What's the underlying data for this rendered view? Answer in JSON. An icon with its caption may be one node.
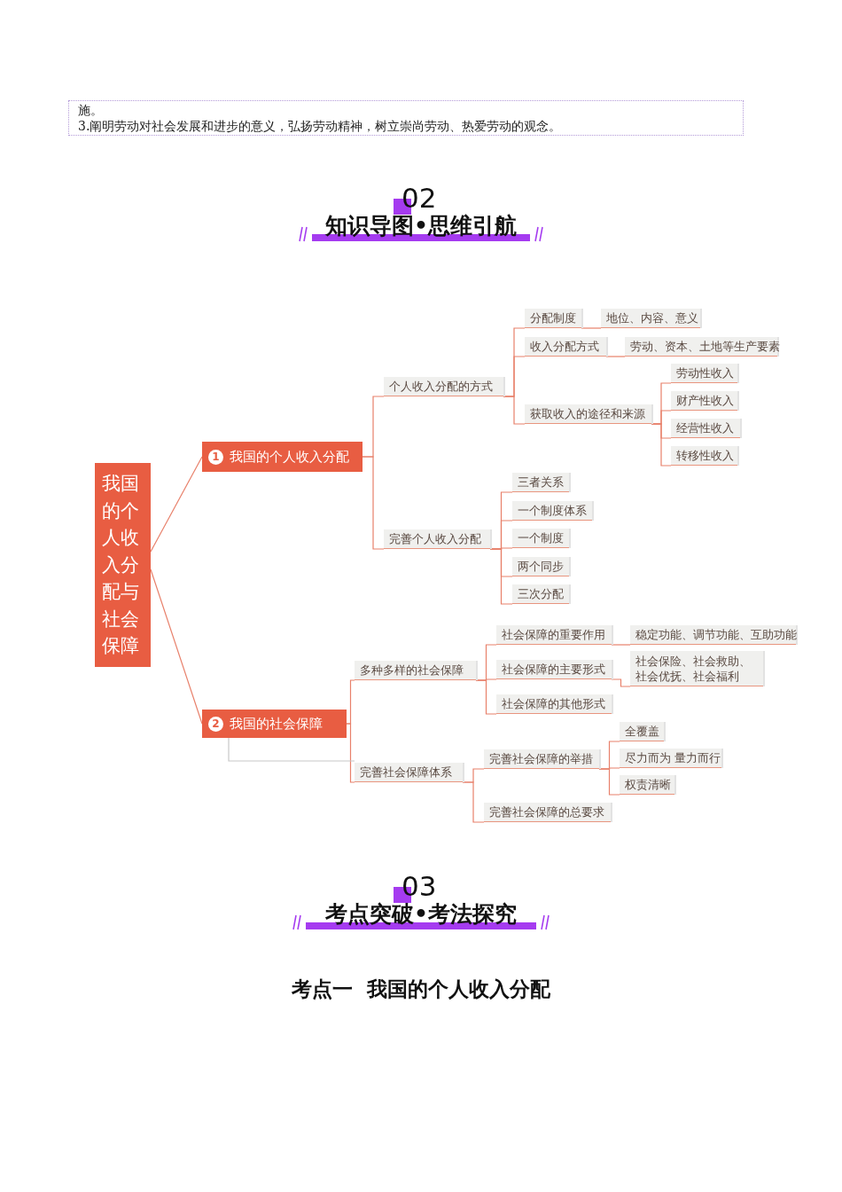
{
  "diagram": {
    "nodes": [
      {
        "text": [
          "我国的个人收入分配与社会保障"
        ]
      },
      {
        "text": [
          "1",
          "我国的个人收入分配"
        ]
      },
      {
        "text": [
          "个人收入分配的方式"
        ]
      },
      {
        "text": [
          "分配制度"
        ]
      },
      {
        "text": [
          "地位、内容、意义"
        ]
      },
      {
        "text": [
          "收入分配方式"
        ]
      },
      {
        "text": [
          "劳动、资本、土地等生产要素"
        ]
      },
      {
        "text": [
          "获取收入的途径和来源"
        ]
      },
      {
        "text": [
          "劳动性收入"
        ]
      },
      {
        "text": [
          "财产性收入"
        ]
      },
      {
        "text": [
          "经营性收入"
        ]
      },
      {
        "text": [
          "转移性收入"
        ]
      },
      {
        "text": [
          "完善个人收入分配"
        ]
      },
      {
        "text": [
          "三者关系"
        ]
      },
      {
        "text": [
          "一个制度体系"
        ]
      },
      {
        "text": [
          "一个制度"
        ]
      },
      {
        "text": [
          "两个同步"
        ]
      },
      {
        "text": [
          "三次分配"
        ]
      },
      {
        "text": [
          "2",
          "我国的社会保障"
        ]
      },
      {
        "text": [
          "多种多样的社会保障"
        ]
      },
      {
        "text": [
          "社会保障的重要作用"
        ]
      },
      {
        "text": [
          "稳定功能、调节功能、互助功能"
        ]
      },
      {
        "text": [
          "社会保障的主要形式"
        ]
      },
      {
        "text": [
          "社会保障的其他形式"
        ]
      },
      {
        "text": [
          "社会保险、社会救助、社会优抚、社会福利"
        ]
      },
      {
        "text": [
          "完善社会保障体系"
        ]
      },
      {
        "text": [
          "完善社会保障的举措"
        ]
      },
      {
        "text": [
          "全覆盖"
        ]
      },
      {
        "text": [
          "尽力而为 量力而行"
        ]
      },
      {
        "text": [
          "权责清晰"
        ]
      },
      {
        "text": [
          "完善社会保障的总要求"
        ]
      }
    ],
    "edges": [
      {
        "from": 0,
        "to": 1,
        "arrow": "none"
      },
      {
        "from": 0,
        "to": 18,
        "arrow": "none"
      },
      {
        "from": 1,
        "to": 2,
        "arrow": "none"
      },
      {
        "from": 1,
        "to": 12,
        "arrow": "none"
      },
      {
        "from": 2,
        "to": 3,
        "arrow": "none"
      },
      {
        "from": 3,
        "to": 4,
        "arrow": "none"
      },
      {
        "from": 2,
        "to": 5,
        "arrow": "none"
      },
      {
        "from": 5,
        "to": 6,
        "arrow": "none"
      },
      {
        "from": 2,
        "to": 7,
        "arrow": "none"
      },
      {
        "from": 7,
        "to": 8,
        "arrow": "none"
      },
      {
        "from": 7,
        "to": 9,
        "arrow": "none"
      },
      {
        "from": 7,
        "to": 10,
        "arrow": "none"
      },
      {
        "from": 7,
        "to": 11,
        "arrow": "none"
      },
      {
        "from": 12,
        "to": 13,
        "arrow": "none"
      },
      {
        "from": 12,
        "to": 14,
        "arrow": "none"
      },
      {
        "from": 12,
        "to": 15,
        "arrow": "none"
      },
      {
        "from": 12,
        "to": 16,
        "arrow": "none"
      },
      {
        "from": 12,
        "to": 17,
        "arrow": "none"
      },
      {
        "from": 18,
        "to": 19,
        "arrow": "none"
      },
      {
        "from": 18,
        "to": 25,
        "arrow": "none"
      },
      {
        "from": 19,
        "to": 20,
        "arrow": "none"
      },
      {
        "from": 20,
        "to": 21,
        "arrow": "none"
      },
      {
        "from": 19,
        "to": 22,
        "arrow": "none"
      },
      {
        "from": 22,
        "to": 24,
        "arrow": "none"
      },
      {
        "from": 19,
        "to": 23,
        "arrow": "none"
      },
      {
        "from": 25,
        "to": 26,
        "arrow": "none"
      },
      {
        "from": 26,
        "to": 27,
        "arrow": "none"
      },
      {
        "from": 26,
        "to": 28,
        "arrow": "none"
      },
      {
        "from": 26,
        "to": 29,
        "arrow": "none"
      },
      {
        "from": 25,
        "to": 30,
        "arrow": "none"
      },
      {
        "from": 18,
        "to": 25,
        "arrow": "none",
        "color": "#c8c8c8"
      }
    ],
    "labels": [
      "施。",
      "3.阐明劳动对社会发展和进步的意义，弘扬劳动精神，树立崇尚劳动、热爱劳动的观念。",
      "02",
      "知识导图•思维引航",
      "03",
      "考点突破•考法探究",
      "考点一  我国的个人收入分配"
    ]
  }
}
